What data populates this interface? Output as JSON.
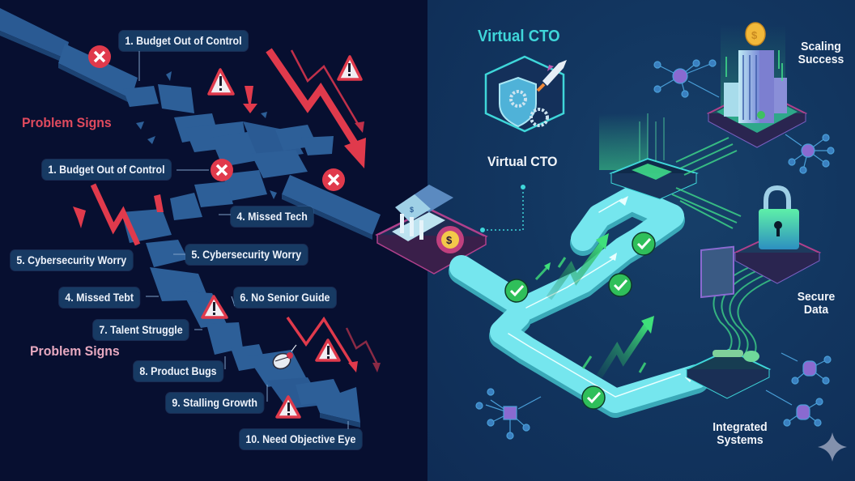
{
  "left_panel": {
    "headings": {
      "problem_signs_top": "Problem Signs",
      "problem_signs_bottom": "Problem Signs"
    },
    "labels": [
      {
        "id": "budget-top",
        "text": "1. Budget Out of Control"
      },
      {
        "id": "budget-mid",
        "text": "1. Budget Out of Control"
      },
      {
        "id": "missed-tech",
        "text": "4. Missed Tech"
      },
      {
        "id": "cyber-left",
        "text": "5. Cybersecurity Worry"
      },
      {
        "id": "cyber-right",
        "text": "5. Cybersecurity Worry"
      },
      {
        "id": "missed-tebt",
        "text": "4. Missed Tebt"
      },
      {
        "id": "no-senior-guide",
        "text": "6. No Senior Guide"
      },
      {
        "id": "talent-struggle",
        "text": "7. Talent Struggle"
      },
      {
        "id": "product-bugs",
        "text": "8. Product Bugs"
      },
      {
        "id": "stalling-growth",
        "text": "9. Stalling Growth"
      },
      {
        "id": "objective-eye",
        "text": "10. Need Objective Eye"
      }
    ],
    "icons": [
      "x-circle-icon",
      "warning-triangle-icon",
      "down-trend-arrow-icon",
      "bug-icon",
      "broken-path",
      "bank-icon"
    ]
  },
  "right_panel": {
    "title": "Virtual CTO",
    "badge_caption": "Virtual CTO",
    "destinations": {
      "scaling": [
        "Scaling",
        "Success"
      ],
      "secure": [
        "Secure",
        "Data"
      ],
      "integrated": [
        "Integrated",
        "Systems"
      ]
    },
    "icons": [
      "shield-gears-rocket-icon",
      "building-icon",
      "coin-icon",
      "lock-icon",
      "integration-window-icon",
      "check-circle-icon",
      "up-trend-arrow-icon",
      "network-node-icon",
      "database-node-icon",
      "sparkle-icon"
    ]
  },
  "colors": {
    "left_bg": "#070f30",
    "right_bg": "#123660",
    "path_blue": "#2d5f98",
    "label_bg": "#173a63",
    "danger_red": "#e03a4c",
    "heading_red": "#e04a5e",
    "cyan_path": "#6fe3ea",
    "accent_cyan": "#3fd6d9",
    "success_green": "#2fbf5a",
    "glow_green": "#42e58c",
    "magenta": "#b0408c"
  }
}
